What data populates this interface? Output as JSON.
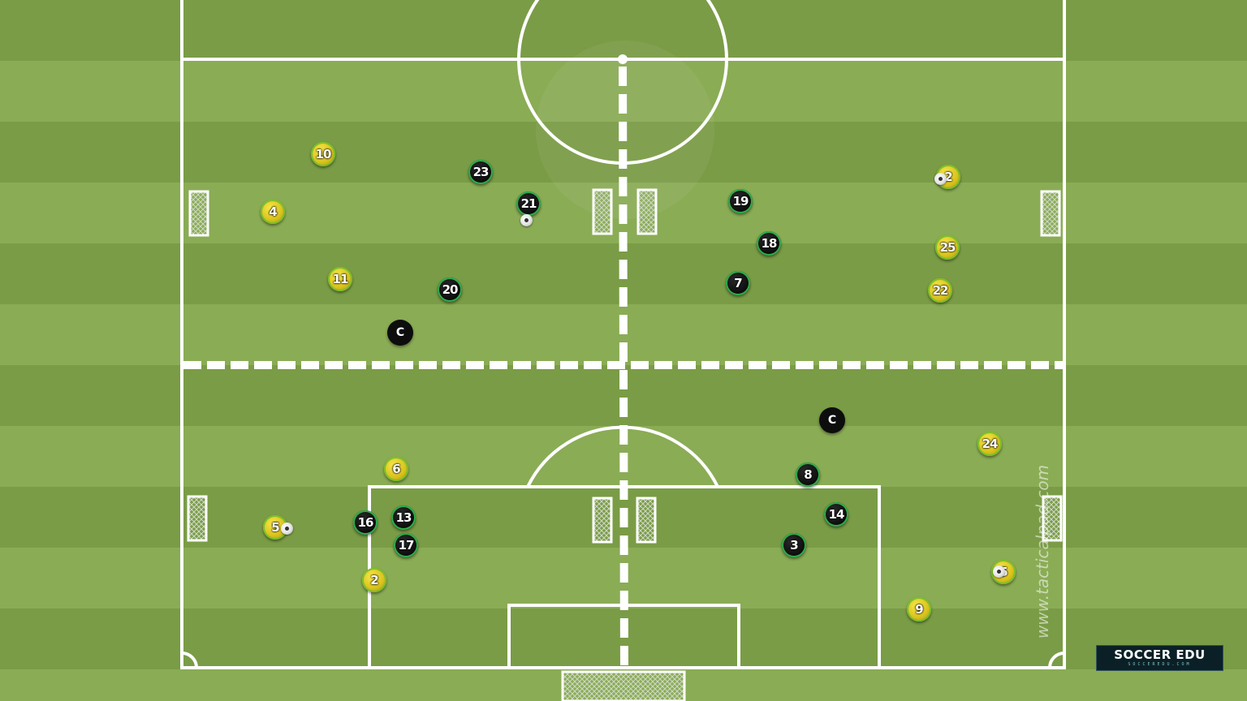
{
  "colors": {
    "stripe_light": "#8aac55",
    "stripe_dark": "#7a9c46",
    "line": "#ffffff",
    "team_yellow": "#e3cf2a",
    "team_black": "#111111"
  },
  "players": {
    "yellow": [
      "10",
      "4",
      "11",
      "2",
      "25",
      "22",
      "24",
      "6",
      "5",
      "2",
      "9",
      "5"
    ],
    "black": [
      "23",
      "21",
      "20",
      "19",
      "18",
      "7",
      "16",
      "13",
      "17",
      "8",
      "14",
      "3"
    ]
  },
  "coaches": [
    "C",
    "C"
  ],
  "watermark": "www.tacticalpad.com",
  "logo": {
    "brand_a": "SOCCER",
    "brand_b": "EDU",
    "sub": "SOCCEREDU.COM"
  }
}
